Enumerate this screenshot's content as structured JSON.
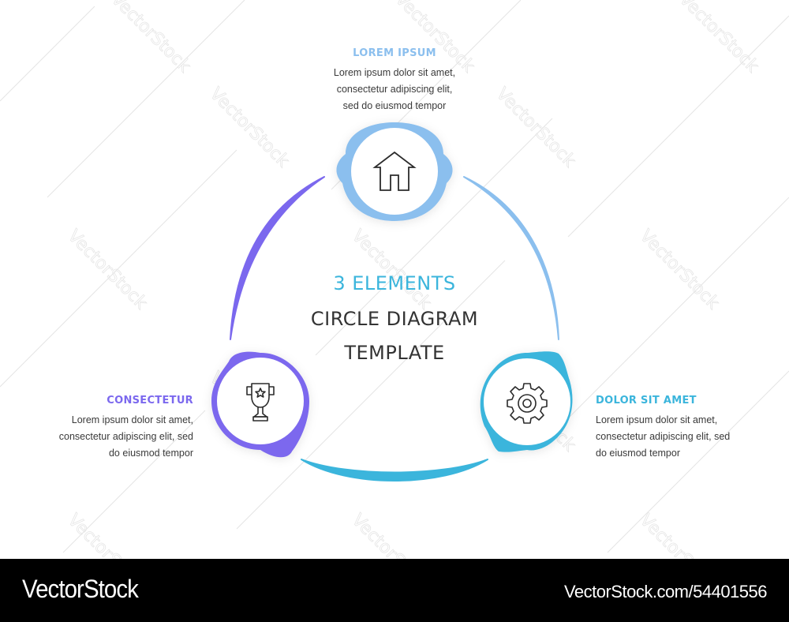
{
  "colors": {
    "top": "#8bbfee",
    "left": "#7b68ee",
    "right": "#3bb5dc",
    "text_dark": "#333333",
    "body_text": "#3a3a3a",
    "footer_bg": "#000000"
  },
  "center": {
    "line1": "3 ELEMENTS",
    "line2": "CIRCLE DIAGRAM",
    "line3": "TEMPLATE"
  },
  "elements": [
    {
      "position": "top",
      "title": "LOREM IPSUM",
      "body": "Lorem ipsum dolor sit amet,\nconsectetur  adipiscing  elit,\nsed do eiusmod tempor",
      "icon": "house-icon"
    },
    {
      "position": "bottom-left",
      "title": "CONSECTETUR",
      "body": "Lorem ipsum dolor sit amet,\nconsectetur adipiscing elit, sed\ndo eiusmod tempor",
      "icon": "trophy-icon"
    },
    {
      "position": "bottom-right",
      "title": "DOLOR SIT AMET",
      "body": "Lorem ipsum dolor sit amet,\nconsectetur adipiscing elit, sed\ndo eiusmod tempor",
      "icon": "gear-icon"
    }
  ],
  "footer": {
    "brand": "VectorStock",
    "reference": "VectorStock.com/54401556"
  },
  "watermark": "VectorStock"
}
